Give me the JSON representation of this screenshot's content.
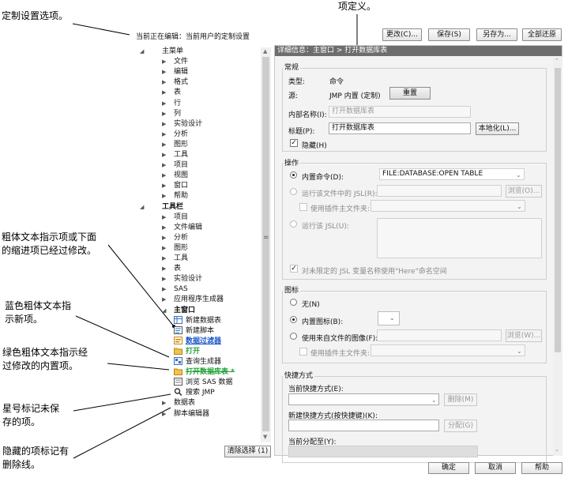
{
  "callouts": {
    "customize": "定制设置选项。",
    "item_def": "项定义。",
    "bold_modified_1": "粗体文本指示项或下面",
    "bold_modified_2": "的缩进项已经过修改。",
    "blue_new_1": "蓝色粗体文本指",
    "blue_new_2": "示新项。",
    "green_modified_1": "绿色粗体文本指示经",
    "green_modified_2": "过修改的内置项。",
    "asterisk_1": "星号标记未保",
    "asterisk_2": "存的项。",
    "hidden_1": "隐藏的项标记有",
    "hidden_2": "删除线。"
  },
  "header": {
    "editing": "当前正在编辑：当前用户的定制设置",
    "change": "更改(C)...",
    "save": "保存(S)",
    "save_as": "另存为...",
    "restore_all": "全部还原"
  },
  "tree": {
    "main_menu": "主菜单",
    "main_menu_items": [
      "文件",
      "编辑",
      "格式",
      "表",
      "行",
      "列",
      "实验设计",
      "分析",
      "图形",
      "工具",
      "项目",
      "视图",
      "窗口",
      "帮助"
    ],
    "toolbar": "工具栏",
    "toolbar_items": [
      "项目",
      "文件编辑",
      "分析",
      "图形",
      "工具",
      "表",
      "实验设计",
      "SAS",
      "应用程序生成器"
    ],
    "main_window": "主窗口",
    "main_window_items": [
      {
        "label": "新建数据表",
        "style": "normal",
        "icon": "table-icon"
      },
      {
        "label": "新建脚本",
        "style": "normal",
        "icon": "script-icon"
      },
      {
        "label": "数据过滤器",
        "style": "blue",
        "icon": "filter-icon"
      },
      {
        "label": "打开",
        "style": "green",
        "icon": "folder-icon"
      },
      {
        "label": "查询生成器",
        "style": "normal",
        "icon": "query-icon"
      },
      {
        "label": "打开数据库表 *",
        "style": "struck",
        "icon": "database-icon"
      },
      {
        "label": "浏览 SAS 数据",
        "style": "normal",
        "icon": "sas-icon"
      },
      {
        "label": "搜索 JMP",
        "style": "normal",
        "icon": "search-icon"
      }
    ],
    "after_items": [
      "数据表",
      "脚本编辑器"
    ],
    "clear_selection": "清除选择 (1)"
  },
  "detail": {
    "title": "详细信息：主窗口 > 打开数据库表",
    "general": {
      "group": "常规",
      "type_label": "类型:",
      "type_value": "命令",
      "source_label": "源:",
      "source_value": "JMP 内置 (定制)",
      "reset": "重置",
      "internal_name_label": "内部名称(I):",
      "internal_name_value": "打开数据库表",
      "caption_label": "标题(P):",
      "caption_value": "打开数据库表",
      "localize": "本地化(L)...",
      "hidden_label": "隐藏(H)"
    },
    "action": {
      "group": "操作",
      "builtin_cmd_label": "内置命令(D):",
      "builtin_cmd_value": "FILE:DATABASE:OPEN TABLE",
      "run_jsl_file_label": "运行该文件中的 JSL(R):",
      "browse": "浏览(O)...",
      "use_addin_label": "使用插件主文件夹:",
      "run_jsl_label": "运行该 JSL(U):",
      "here_ns_label": "对未限定的 JSL 变量名称使用\"Here\"命名空间"
    },
    "icon": {
      "group": "图标",
      "none_label": "无(N)",
      "builtin_icon_label": "内置图标(B):",
      "from_file_label": "使用来自文件的图像(F):",
      "browse": "浏览(W)...",
      "use_addin_label": "使用插件主文件夹:"
    },
    "shortcut": {
      "group": "快捷方式",
      "current_label": "当前快捷方式(E):",
      "delete": "删除(M)",
      "new_label": "新建快捷方式(按快捷键)(K):",
      "assign": "分配(G)",
      "assigned_label": "当前分配至(Y):"
    }
  },
  "footer": {
    "ok": "确定",
    "cancel": "取消",
    "help": "帮助"
  }
}
